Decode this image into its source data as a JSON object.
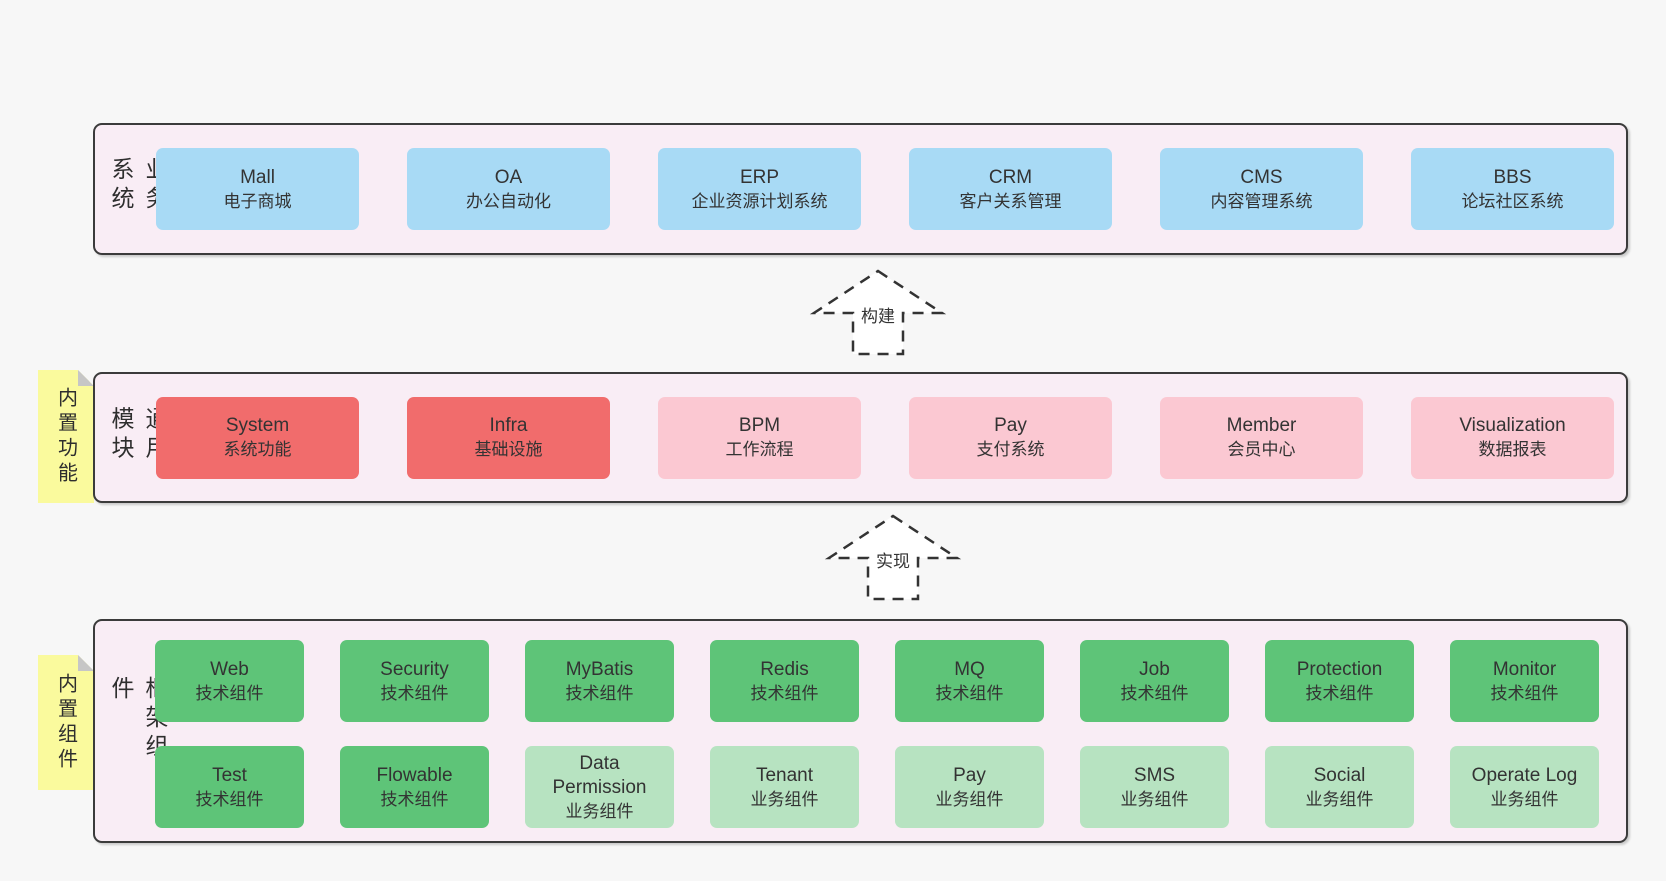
{
  "colors": {
    "page_background": "#f7f7f7",
    "band_fill": "#f9edf5",
    "band_border": "#3b3b3b",
    "business_box": "#a8daf5",
    "core_module_box": "#f16c6c",
    "optional_module_box": "#fbc8d2",
    "tech_component_box": "#5ec478",
    "biz_component_box": "#b7e3c1",
    "sticky_note": "#fafa9d",
    "text": "#333333"
  },
  "arrows": [
    {
      "label": "构建"
    },
    {
      "label": "实现"
    }
  ],
  "bands": [
    {
      "label": "业务系统",
      "boxes": [
        {
          "title": "Mall",
          "subtitle": "电子商城",
          "type": "blue"
        },
        {
          "title": "OA",
          "subtitle": "办公自动化",
          "type": "blue"
        },
        {
          "title": "ERP",
          "subtitle": "企业资源计划系统",
          "type": "blue"
        },
        {
          "title": "CRM",
          "subtitle": "客户关系管理",
          "type": "blue"
        },
        {
          "title": "CMS",
          "subtitle": "内容管理系统",
          "type": "blue"
        },
        {
          "title": "BBS",
          "subtitle": "论坛社区系统",
          "type": "blue"
        }
      ]
    },
    {
      "label": "通用模块",
      "sticky": "内置功能",
      "boxes": [
        {
          "title": "System",
          "subtitle": "系统功能",
          "type": "red"
        },
        {
          "title": "Infra",
          "subtitle": "基础设施",
          "type": "red"
        },
        {
          "title": "BPM",
          "subtitle": "工作流程",
          "type": "pink"
        },
        {
          "title": "Pay",
          "subtitle": "支付系统",
          "type": "pink"
        },
        {
          "title": "Member",
          "subtitle": "会员中心",
          "type": "pink"
        },
        {
          "title": "Visualization",
          "subtitle": "数据报表",
          "type": "pink"
        }
      ]
    },
    {
      "label": "框架组件",
      "sticky": "内置组件",
      "rows": [
        [
          {
            "title": "Web",
            "subtitle": "技术组件",
            "type": "green"
          },
          {
            "title": "Security",
            "subtitle": "技术组件",
            "type": "green"
          },
          {
            "title": "MyBatis",
            "subtitle": "技术组件",
            "type": "green"
          },
          {
            "title": "Redis",
            "subtitle": "技术组件",
            "type": "green"
          },
          {
            "title": "MQ",
            "subtitle": "技术组件",
            "type": "green"
          },
          {
            "title": "Job",
            "subtitle": "技术组件",
            "type": "green"
          },
          {
            "title": "Protection",
            "subtitle": "技术组件",
            "type": "green"
          },
          {
            "title": "Monitor",
            "subtitle": "技术组件",
            "type": "green"
          }
        ],
        [
          {
            "title": "Test",
            "subtitle": "技术组件",
            "type": "green"
          },
          {
            "title": "Flowable",
            "subtitle": "技术组件",
            "type": "green"
          },
          {
            "title": "Data Permission",
            "subtitle": "业务组件",
            "type": "lgreen"
          },
          {
            "title": "Tenant",
            "subtitle": "业务组件",
            "type": "lgreen"
          },
          {
            "title": "Pay",
            "subtitle": "业务组件",
            "type": "lgreen"
          },
          {
            "title": "SMS",
            "subtitle": "业务组件",
            "type": "lgreen"
          },
          {
            "title": "Social",
            "subtitle": "业务组件",
            "type": "lgreen"
          },
          {
            "title": "Operate Log",
            "subtitle": "业务组件",
            "type": "lgreen"
          }
        ]
      ]
    }
  ]
}
